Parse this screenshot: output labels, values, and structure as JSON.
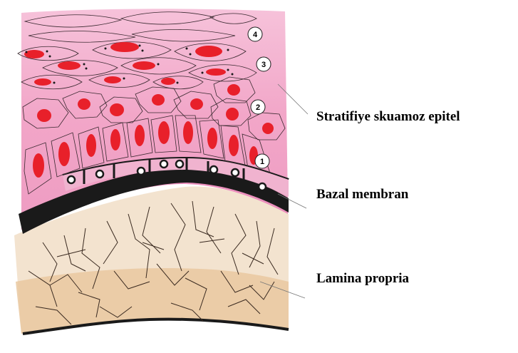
{
  "labels": {
    "stratified": "Stratifiye skuamoz epitel",
    "basement": "Bazal membran",
    "lamina": "Lamina propria"
  },
  "layer_numbers": [
    "1",
    "2",
    "3",
    "4"
  ],
  "colors": {
    "epithelium_pink": "#f2a6c8",
    "nucleus_red": "#e8202a",
    "basement_black": "#1a1a1a",
    "lamina_tan": "#e8c9a4"
  }
}
